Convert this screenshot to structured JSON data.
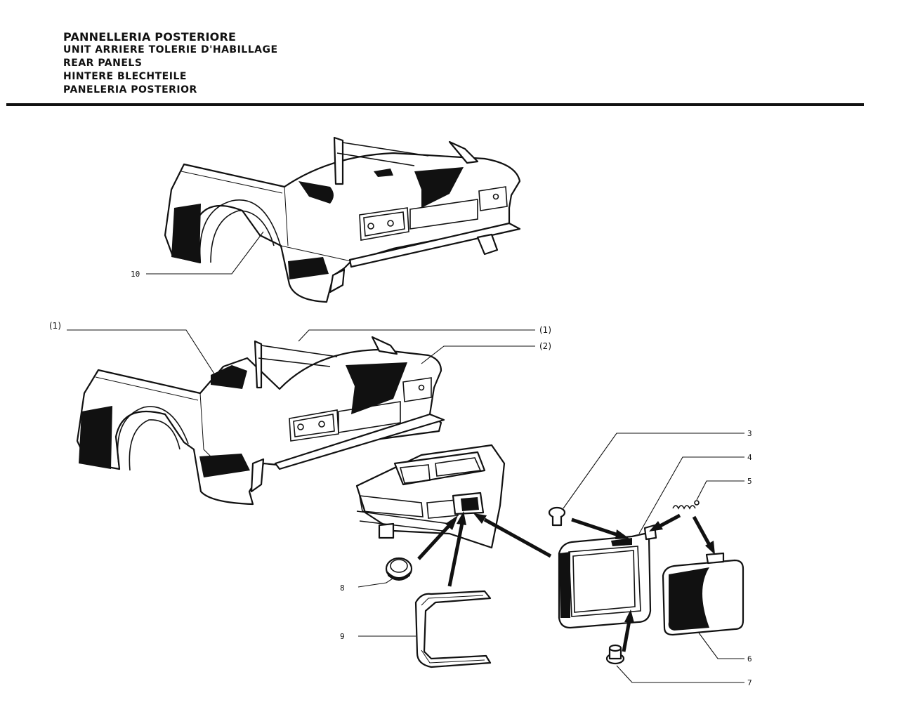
{
  "titles": [
    "PANNELLERIA POSTERIORE",
    "UNIT ARRIERE TOLERIE D'HABILLAGE",
    "REAR PANELS",
    "HINTERE BLECHTEILE",
    "PANELERIA POSTERIOR"
  ],
  "callouts": {
    "c10": "10",
    "c1a": "(1)",
    "c1b": "(1)",
    "c2": "(2)",
    "c3": "3",
    "c4": "4",
    "c5": "5",
    "c6": "6",
    "c7": "7",
    "c8": "8",
    "c9": "9"
  },
  "colors": {
    "ink": "#111111",
    "paper": "#ffffff"
  }
}
